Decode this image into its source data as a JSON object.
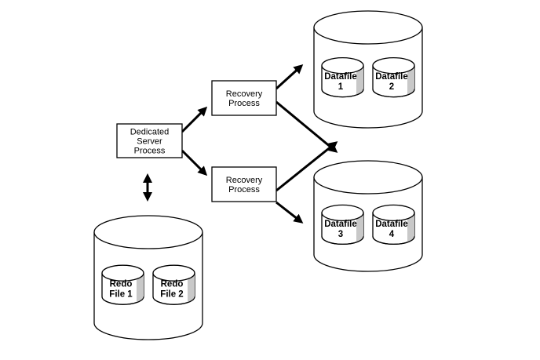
{
  "processes": {
    "dedicated": [
      "Dedicated",
      "Server",
      "Process"
    ],
    "recovery1": [
      "Recovery",
      "Process"
    ],
    "recovery2": [
      "Recovery",
      "Process"
    ]
  },
  "disks": {
    "disk1": [
      [
        "Datafile",
        "1"
      ],
      [
        "Datafile",
        "2"
      ]
    ],
    "disk2": [
      [
        "Datafile",
        "3"
      ],
      [
        "Datafile",
        "4"
      ]
    ],
    "redo": [
      [
        "Redo",
        "File 1"
      ],
      [
        "Redo",
        "File 2"
      ]
    ]
  },
  "colors": {
    "stroke": "#000000",
    "shade": "#c8c8c8",
    "fill": "#ffffff"
  }
}
